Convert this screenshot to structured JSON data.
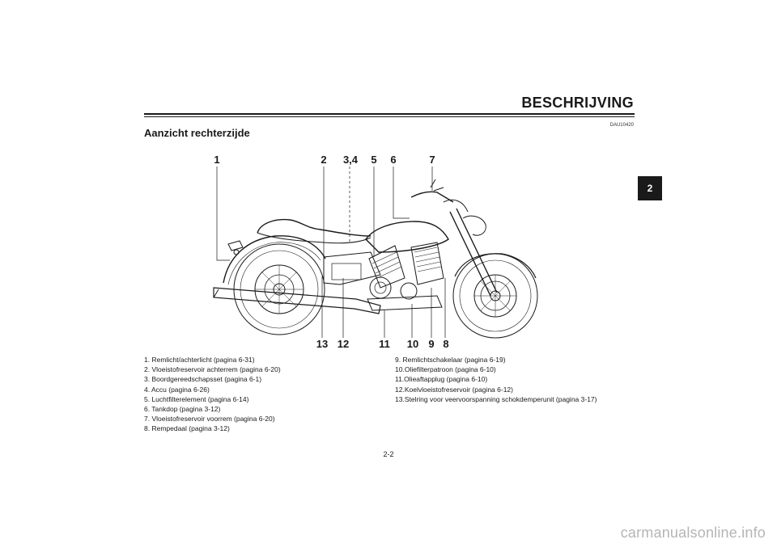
{
  "header": {
    "title": "BESCHRIJVING",
    "doc_code": "DAU10420"
  },
  "section": {
    "title": "Aanzicht rechterzijde"
  },
  "chapter_tab": "2",
  "callouts": {
    "c1": "1",
    "c2": "2",
    "c34": "3,4",
    "c5": "5",
    "c6": "6",
    "c7": "7",
    "c13": "13",
    "c12": "12",
    "c11": "11",
    "c10": "10",
    "c9": "9",
    "c8": "8"
  },
  "legend_left": [
    "1. Remlicht/achterlicht (pagina 6-31)",
    "2. Vloeistofreservoir achterrem (pagina 6-20)",
    "3. Boordgereedschapsset (pagina 6-1)",
    "4. Accu (pagina 6-26)",
    "5. Luchtfilterelement (pagina 6-14)",
    "6. Tankdop (pagina 3-12)",
    "7. Vloeistofreservoir voorrem (pagina 6-20)",
    "8. Rempedaal (pagina 3-12)"
  ],
  "legend_right": [
    "9.  Remlichtschakelaar (pagina 6-19)",
    "10.Oliefilterpatroon (pagina 6-10)",
    "11.Olieaftapplug (pagina 6-10)",
    "12.Koelvloeistofreservoir (pagina 6-12)",
    "13.Stelring voor veervoorspanning schokdemperunit (pagina 3-17)"
  ],
  "footer": {
    "page_number": "2-2",
    "watermark": "carmanualsonline.info"
  }
}
